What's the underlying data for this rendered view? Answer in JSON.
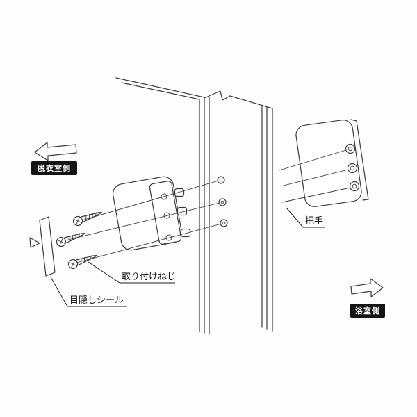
{
  "page": {
    "type": "installation-diagram",
    "background": "#fdfdfd",
    "colors": {
      "line": "#3a3a3a",
      "label_bg": "#141414",
      "label_text": "#ffffff"
    }
  },
  "labels": {
    "dressing_room_side": "脱衣室側",
    "bathroom_side": "浴室側",
    "mounting_screw": "取り付けねじ",
    "privacy_seal": "目隠しシール",
    "handle": "把手"
  }
}
